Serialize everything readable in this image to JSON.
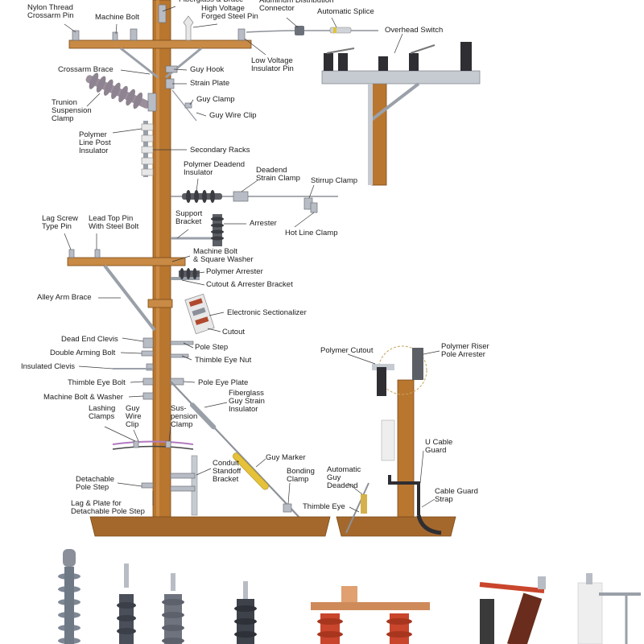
{
  "labels": {
    "nylon_thread": "Nylon Thread\nCrossarm Pin",
    "machine_bolt": "Machine Bolt",
    "fiberglass_crossarm": "Fiberglass & Brace",
    "high_voltage_pin": "High Voltage\nForged Steel Pin",
    "aluminum_connector": "Aluminum Distribution\nConnector",
    "automatic_splice": "Automatic Splice",
    "overhead_switch": "Overhead Switch",
    "low_voltage_pin": "Low Voltage\nInsulator Pin",
    "crossarm_brace": "Crossarm Brace",
    "guy_hook": "Guy Hook",
    "strain_plate": "Strain Plate",
    "trunion": "Trunion\nSuspension\nClamp",
    "guy_clamp": "Guy Clamp",
    "guy_wire_clip_top": "Guy Wire Clip",
    "polymer_line_post": "Polymer\nLine Post\nInsulator",
    "secondary_racks": "Secondary Racks",
    "polymer_deadend": "Polymer Deadend\nInsulator",
    "deadend_strain": "Deadend\nStrain Clamp",
    "stirrup_clamp": "Stirrup Clamp",
    "support_bracket": "Support\nBracket",
    "arrester": "Arrester",
    "hot_line_clamp": "Hot Line Clamp",
    "lag_screw": "Lag Screw\nType Pin",
    "lead_top_pin": "Lead Top Pin\nWith Steel Bolt",
    "machine_bolt_square": "Machine Bolt\n& Square Washer",
    "polymer_arrester": "Polymer Arrester",
    "cutout_bracket": "Cutout & Arrester Bracket",
    "alley_arm": "Alley Arm Brace",
    "electronic_sectionalizer": "Electronic Sectionalizer",
    "cutout": "Cutout",
    "dead_end_clevis": "Dead End Clevis",
    "pole_step": "Pole Step",
    "double_arming": "Double Arming Bolt",
    "thimble_eye_nut": "Thimble Eye Nut",
    "insulated_clevis": "Insulated Clevis",
    "thimble_eye_bolt": "Thimble Eye Bolt",
    "pole_eye_plate": "Pole Eye Plate",
    "machine_bolt_washer": "Machine Bolt & Washer",
    "fiberglass_guy": "Fiberglass\nGuy Strain\nInsulator",
    "lashing_clamps": "Lashing\nClamps",
    "guy_wire_clip": "Guy\nWire\nClip",
    "suspension_clamp": "Sus-\npension\nClamp",
    "polymer_cutout": "Polymer Cutout",
    "polymer_riser": "Polymer Riser\nPole Arrester",
    "u_cable_guard": "U Cable\nGuard",
    "conduit_standoff": "Conduit\nStandoff\nBracket",
    "guy_marker": "Guy Marker",
    "bonding_clamp": "Bonding\nClamp",
    "automatic_guy_deadend": "Automatic\nGuy\nDeadend",
    "cable_guard_strap": "Cable Guard\nStrap",
    "detachable_step": "Detachable\nPole Step",
    "lag_plate": "Lag & Plate for\nDetachable Pole Step",
    "thimble_eye": "Thimble Eye"
  },
  "colors": {
    "wood": "#b9762f",
    "ground": "#a5682c",
    "insulator_gray": "#8a8f99",
    "insulator_dark": "#2e2e33",
    "insulator_red": "#c9452c",
    "insulator_white": "#eeeeee",
    "guy_marker_yellow": "#e5c23a"
  }
}
